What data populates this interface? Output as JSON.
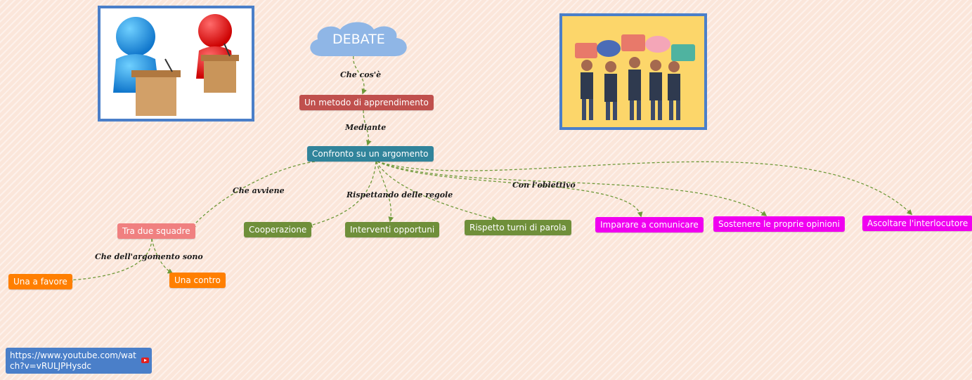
{
  "title": "DEBATE",
  "nodes": {
    "metodo": "Un metodo di apprendimento",
    "confronto": "Confronto su un argomento",
    "squadre": "Tra due squadre",
    "favore": "Una a favore",
    "contro": "Una contro",
    "cooperazione": "Cooperazione",
    "interventi": "Interventi opportuni",
    "turni": "Rispetto turni di parola",
    "comunicare": "Imparare a comunicare",
    "opinioni": "Sostenere le proprie opinioni",
    "ascoltare": "Ascoltare l'interlocutore"
  },
  "edge_labels": {
    "che_cose": "Che cos'è",
    "mediante": "Mediante",
    "che_avviene": "Che avviene",
    "rispettando": "Rispettando delle regole",
    "obiettivo": "Con l'obiettivo",
    "argomento": "Che dell'argomento sono"
  },
  "link": {
    "url": "https://www.youtube.com/watch?v=vRULJPHysdc",
    "icon": "youtube-icon"
  },
  "images": {
    "left": "debate-podiums-illustration",
    "right": "people-speech-bubbles-illustration"
  },
  "colors": {
    "background": "#fbe6da",
    "edge": "#6f9a3a",
    "cloud": "#8fb6e6",
    "metodo": "#c0504d",
    "confronto": "#31849b",
    "squadre": "#f08080",
    "orange": "#ff7f00",
    "green": "#6f8f3a",
    "magenta": "#f000f0",
    "frame": "#4a7fc9"
  }
}
